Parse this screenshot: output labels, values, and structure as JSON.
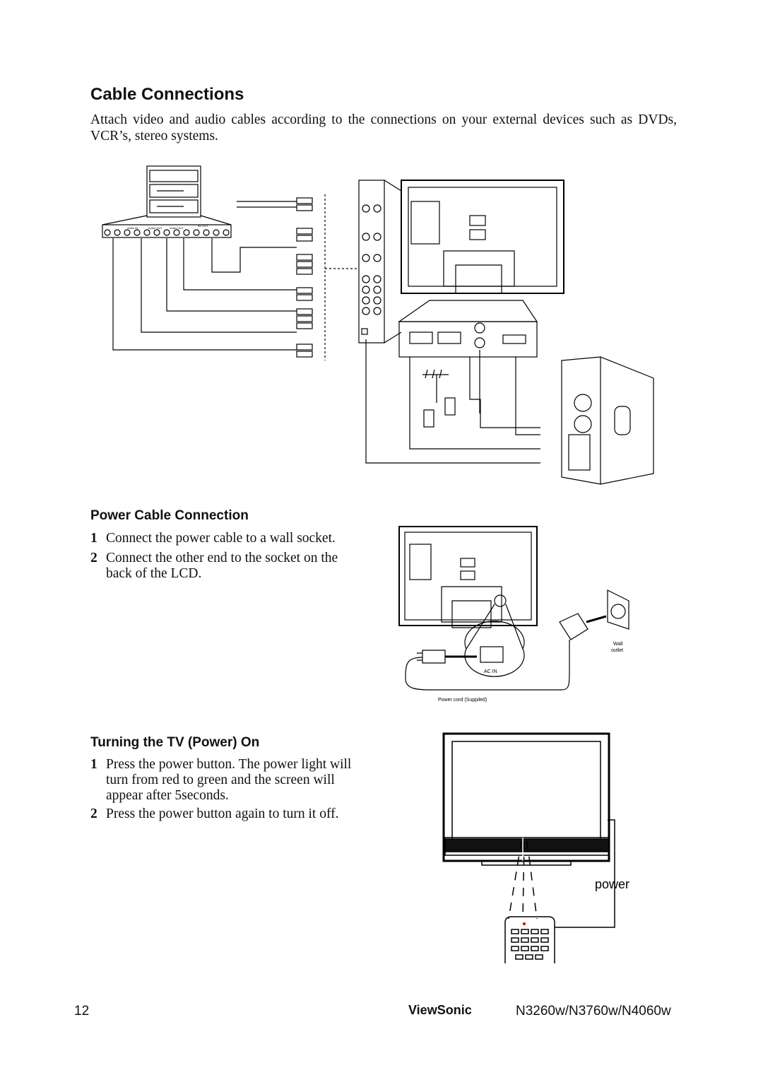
{
  "cable": {
    "title": "Cable Connections",
    "intro": "Attach video and audio cables according to the connections on your external devices such as DVDs, VCR’s, stereo systems.",
    "device_labels": [
      "Video IN",
      "Audio OUT",
      "Video OUT",
      "AV OUT"
    ]
  },
  "power_cable": {
    "heading": "Power Cable Connection",
    "steps": [
      {
        "num": "1",
        "text": "Connect the power cable to a wall socket."
      },
      {
        "num": "2",
        "text": "Connect the other end to the socket on the back of the LCD."
      }
    ],
    "figure": {
      "ac_in": "AC IN",
      "wall": "Wall",
      "outlet": "outlet",
      "power_cord": "Power cord (Suppiled)"
    }
  },
  "turn_on": {
    "heading": "Turning the TV (Power) On",
    "steps": [
      {
        "num": "1",
        "text": "Press the power button. The power light will turn from red to green and the screen will appear after 5seconds."
      },
      {
        "num": "2",
        "text": "Press the power button again to turn it off."
      }
    ],
    "figure": {
      "power_label": "power"
    }
  },
  "footer": {
    "page_number": "12",
    "brand": "ViewSonic",
    "model": "N3260w/N3760w/N4060w"
  }
}
